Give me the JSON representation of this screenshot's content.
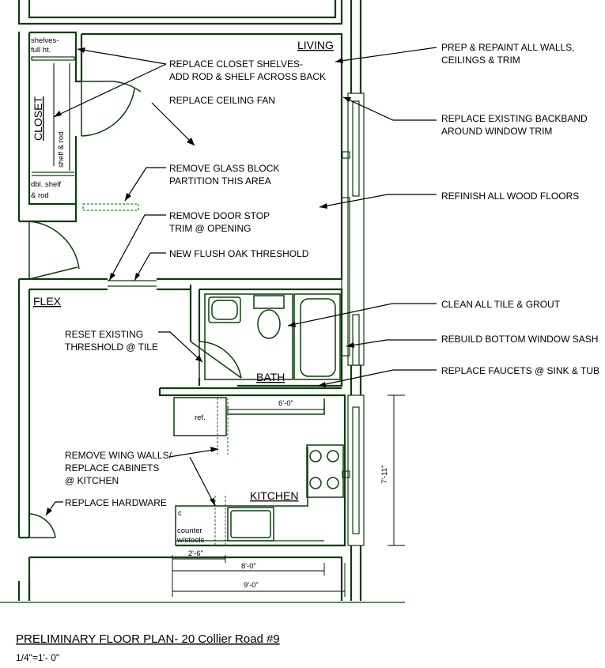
{
  "title": "PRELIMINARY FLOOR PLAN- 20 Collier Road #9",
  "scale": "1/4\"=1'- 0\"",
  "rooms": {
    "living": "LIVING",
    "closet": "CLOSET",
    "flex": "FLEX",
    "bath": "BATH",
    "kitchen": "KITCHEN"
  },
  "small_labels": {
    "shelves_1": "shelves-",
    "shelves_2": "full ht.",
    "shelf_rod": "shelf & rod",
    "dbl_1": "dbl. shelf",
    "dbl_2": "& rod",
    "ref": "ref.",
    "counter_1": "counter",
    "counter_2": "w/stools",
    "corner_mark": "c"
  },
  "notes": {
    "closet_shelves_1": "REPLACE CLOSET SHELVES-",
    "closet_shelves_2": "ADD ROD & SHELF ACROSS BACK",
    "ceiling_fan": "REPLACE CEILING FAN",
    "glass_block_1": "REMOVE GLASS BLOCK",
    "glass_block_2": "PARTITION THIS AREA",
    "door_stop_1": "REMOVE DOOR STOP",
    "door_stop_2": "TRIM @ OPENING",
    "threshold_new": "NEW FLUSH OAK THRESHOLD",
    "threshold_reset_1": "RESET EXISTING",
    "threshold_reset_2": "THRESHOLD @ TILE",
    "wing_walls_1": "REMOVE WING WALLS/",
    "wing_walls_2": "REPLACE CABINETS",
    "wing_walls_3": "@ KITCHEN",
    "hardware": "REPLACE HARDWARE",
    "repaint_1": "PREP & REPAINT ALL WALLS,",
    "repaint_2": "CEILINGS & TRIM",
    "backband_1": "REPLACE EXISTING BACKBAND",
    "backband_2": "AROUND WINDOW TRIM",
    "floors": "REFINISH ALL WOOD FLOORS",
    "tile": "CLEAN ALL TILE & GROUT",
    "sash": "REBUILD BOTTOM WINDOW SASH",
    "faucets": "REPLACE FAUCETS @ SINK & TUB"
  },
  "dimensions": {
    "counter_run": "6'-0\"",
    "kitchen_depth": "7'-11\"",
    "d_2_6": "2'-6\"",
    "d_8_0": "8'-0\"",
    "d_9_0": "9'-0\""
  }
}
